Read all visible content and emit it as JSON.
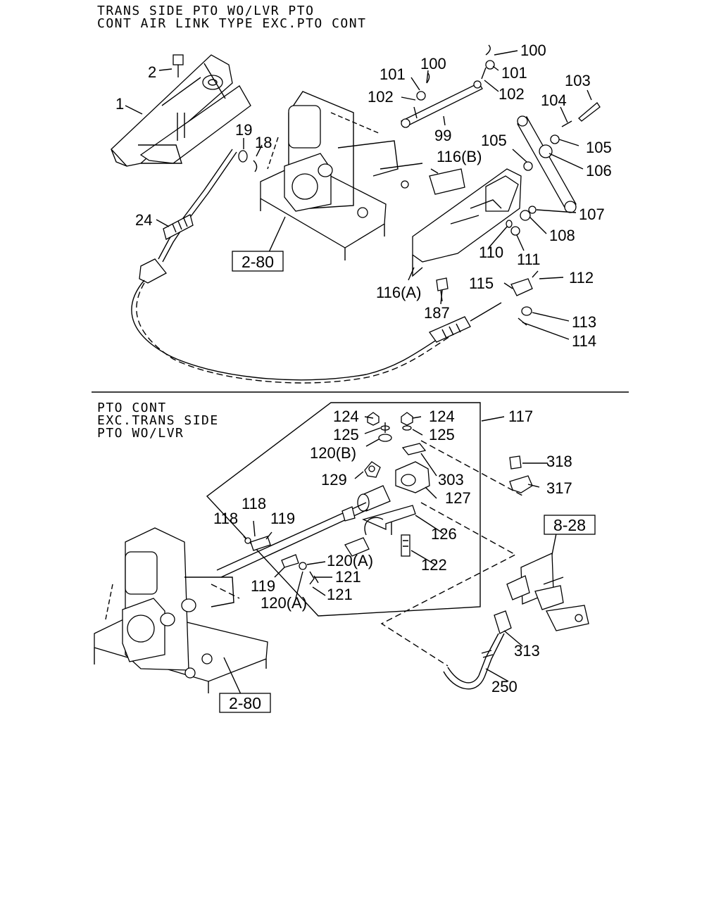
{
  "headings": {
    "top": [
      "TRANS SIDE PTO WO/LVR PTO",
      "CONT AIR LINK TYPE EXC.PTO CONT"
    ],
    "bottom": [
      "PTO CONT",
      "EXC.TRANS SIDE",
      "PTO WO/LVR"
    ]
  },
  "refs": {
    "top_2_80": "2-80",
    "bottom_2_80": "2-80",
    "bottom_8_28": "8-28"
  },
  "callouts": {
    "c1": "1",
    "c2": "2",
    "c18": "18",
    "c19": "19",
    "c24": "24",
    "c99": "99",
    "c100a": "100",
    "c100b": "100",
    "c101a": "101",
    "c101b": "101",
    "c102a": "102",
    "c102b": "102",
    "c103": "103",
    "c104": "104",
    "c105a": "105",
    "c105b": "105",
    "c106": "106",
    "c107": "107",
    "c108": "108",
    "c110": "110",
    "c111": "111",
    "c112": "112",
    "c113": "113",
    "c114": "114",
    "c115": "115",
    "c116a": "116(A)",
    "c116b": "116(B)",
    "c187": "187",
    "c117": "117",
    "c118a": "118",
    "c118b": "118",
    "c119a": "119",
    "c119b": "119",
    "c120a1": "120(A)",
    "c120a2": "120(A)",
    "c120b": "120(B)",
    "c121a": "121",
    "c121b": "121",
    "c122": "122",
    "c124a": "124",
    "c124b": "124",
    "c125a": "125",
    "c125b": "125",
    "c126": "126",
    "c127": "127",
    "c129": "129",
    "c250": "250",
    "c303": "303",
    "c313": "313",
    "c317": "317",
    "c318": "318"
  }
}
